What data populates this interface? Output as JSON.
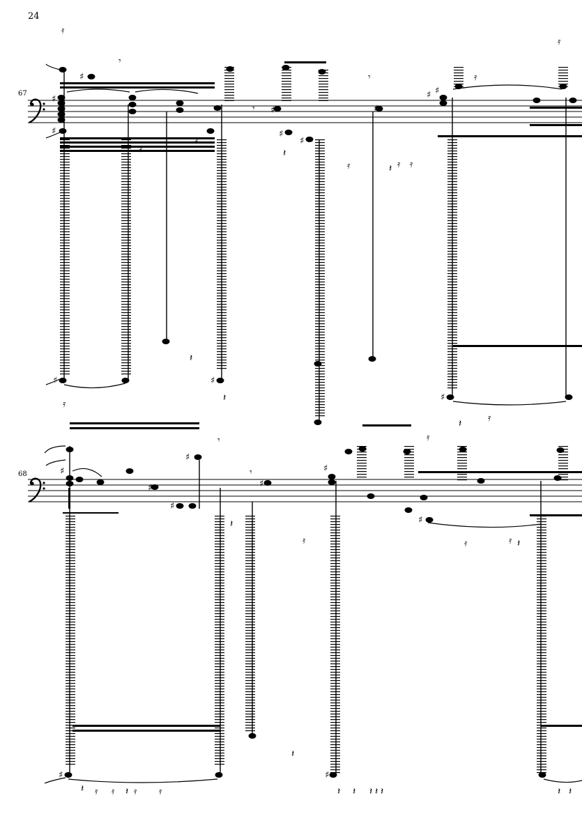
{
  "page": {
    "page_number": "24"
  },
  "systems": [
    {
      "measure_number": "67",
      "clef": "bass"
    },
    {
      "measure_number": "68",
      "clef": "bass"
    }
  ],
  "colors": {
    "ink": "#000000",
    "paper": "#ffffff"
  }
}
